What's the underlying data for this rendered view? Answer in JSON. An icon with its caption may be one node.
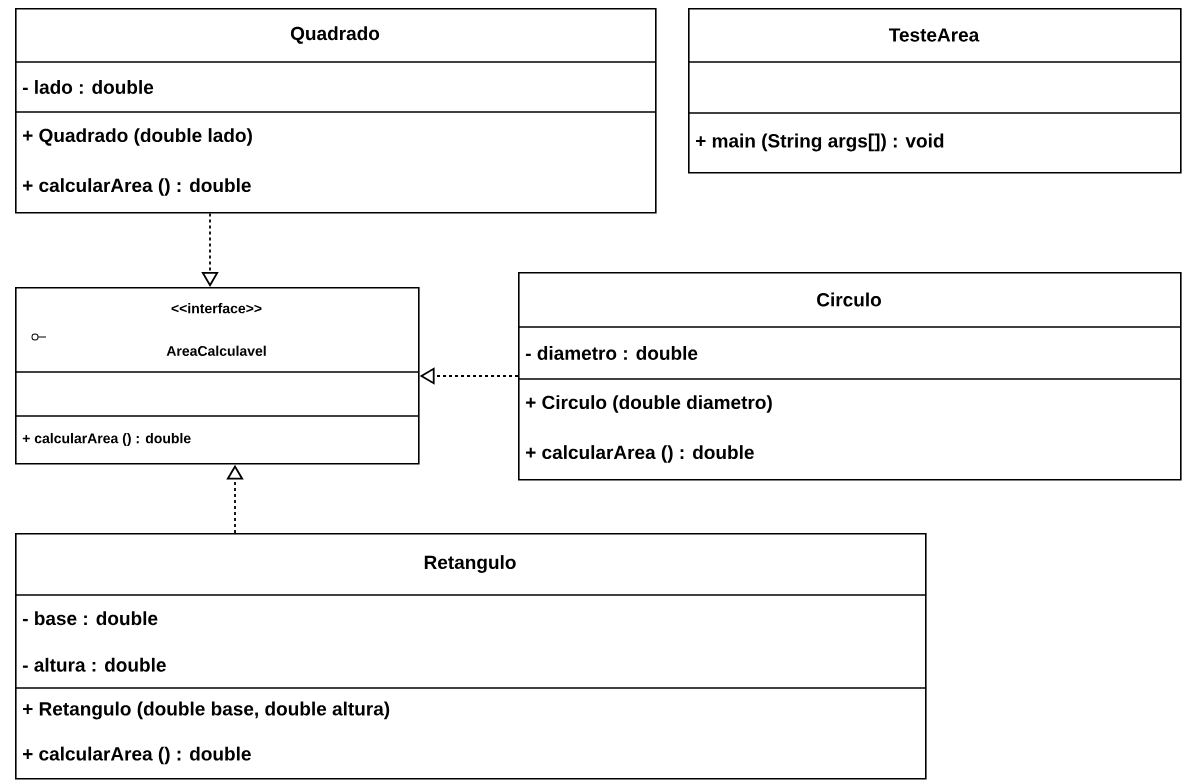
{
  "diagram": {
    "nodes": [
      {
        "text": [
          "Quadrado",
          "- lado : double",
          "+ Quadrado (double lado)",
          "+ calcularArea () : double"
        ]
      },
      {
        "text": [
          "TesteArea",
          "+ main (String args[]) : void"
        ]
      },
      {
        "text": [
          "<<interface>>",
          "AreaCalculavel",
          "+ calcularArea () : double"
        ]
      },
      {
        "text": [
          "Circulo",
          "- diametro : double",
          "+ Circulo (double diametro)",
          "+ calcularArea () : double"
        ]
      },
      {
        "text": [
          "Retangulo",
          "- base : double",
          "- altura : double",
          "+ Retangulo (double base, double altura)",
          "+ calcularArea () : double"
        ]
      }
    ],
    "edges": [
      {
        "from": 0,
        "to": 2,
        "arrow": "to",
        "style": "dashed"
      },
      {
        "from": 3,
        "to": 2,
        "arrow": "to",
        "style": "dashed"
      },
      {
        "from": 4,
        "to": 2,
        "arrow": "to",
        "style": "dashed"
      }
    ]
  }
}
